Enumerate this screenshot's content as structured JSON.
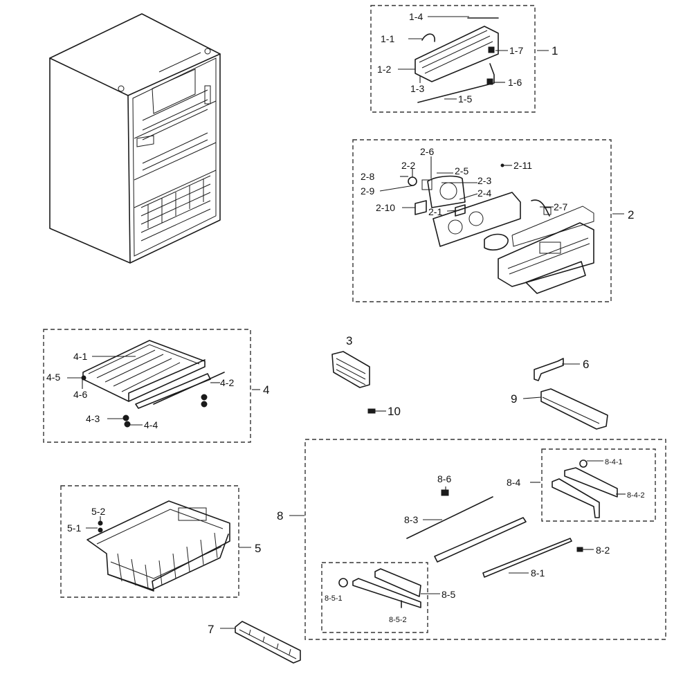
{
  "labels": {
    "p1": "1",
    "p1_1": "1-1",
    "p1_2": "1-2",
    "p1_3": "1-3",
    "p1_4": "1-4",
    "p1_5": "1-5",
    "p1_6": "1-6",
    "p1_7": "1-7",
    "p2": "2",
    "p2_1": "2-1",
    "p2_2": "2-2",
    "p2_3": "2-3",
    "p2_4": "2-4",
    "p2_5": "2-5",
    "p2_6": "2-6",
    "p2_7": "2-7",
    "p2_8": "2-8",
    "p2_9": "2-9",
    "p2_10": "2-10",
    "p2_11": "2-11",
    "p3": "3",
    "p4": "4",
    "p4_1": "4-1",
    "p4_2": "4-2",
    "p4_3": "4-3",
    "p4_4": "4-4",
    "p4_5": "4-5",
    "p4_6": "4-6",
    "p5": "5",
    "p5_1": "5-1",
    "p5_2": "5-2",
    "p6": "6",
    "p7": "7",
    "p8": "8",
    "p8_1": "8-1",
    "p8_2": "8-2",
    "p8_3": "8-3",
    "p8_4": "8-4",
    "p8_4_1": "8-4-1",
    "p8_4_2": "8-4-2",
    "p8_5": "8-5",
    "p8_5_1": "8-5-1",
    "p8_5_2": "8-5-2",
    "p8_6": "8-6",
    "p9": "9",
    "p10": "10"
  }
}
